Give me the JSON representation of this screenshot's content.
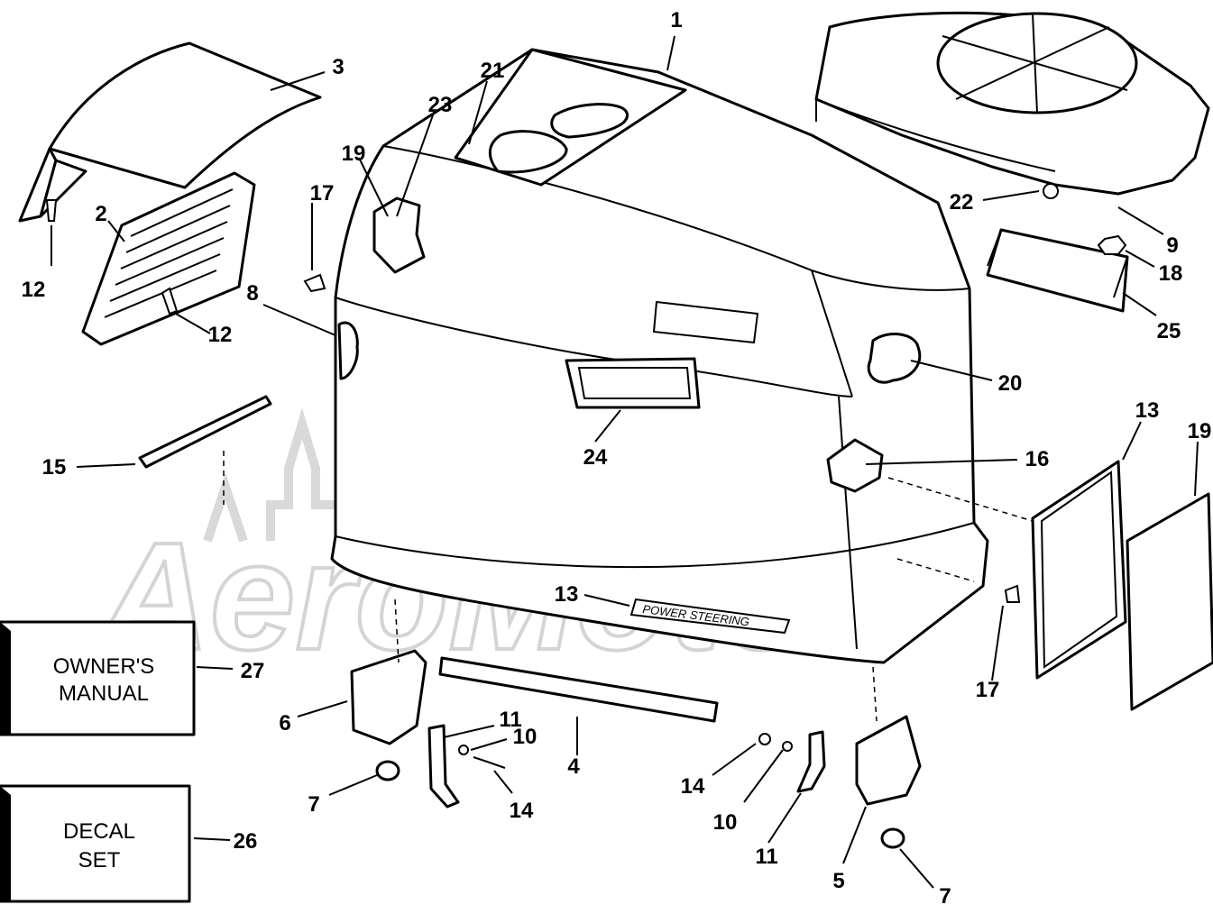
{
  "diagram": {
    "callouts": [
      {
        "id": "c1",
        "label": "1"
      },
      {
        "id": "c2",
        "label": "2"
      },
      {
        "id": "c3",
        "label": "3"
      },
      {
        "id": "c4",
        "label": "4"
      },
      {
        "id": "c5",
        "label": "5"
      },
      {
        "id": "c6",
        "label": "6"
      },
      {
        "id": "c7a",
        "label": "7"
      },
      {
        "id": "c7b",
        "label": "7"
      },
      {
        "id": "c8",
        "label": "8"
      },
      {
        "id": "c9",
        "label": "9"
      },
      {
        "id": "c10a",
        "label": "10"
      },
      {
        "id": "c10b",
        "label": "10"
      },
      {
        "id": "c11a",
        "label": "11"
      },
      {
        "id": "c11b",
        "label": "11"
      },
      {
        "id": "c12a",
        "label": "12"
      },
      {
        "id": "c12b",
        "label": "12"
      },
      {
        "id": "c13a",
        "label": "13"
      },
      {
        "id": "c13b",
        "label": "13"
      },
      {
        "id": "c14a",
        "label": "14"
      },
      {
        "id": "c14b",
        "label": "14"
      },
      {
        "id": "c15",
        "label": "15"
      },
      {
        "id": "c16",
        "label": "16"
      },
      {
        "id": "c17a",
        "label": "17"
      },
      {
        "id": "c17b",
        "label": "17"
      },
      {
        "id": "c18",
        "label": "18"
      },
      {
        "id": "c19a",
        "label": "19"
      },
      {
        "id": "c19b",
        "label": "19"
      },
      {
        "id": "c20",
        "label": "20"
      },
      {
        "id": "c21",
        "label": "21"
      },
      {
        "id": "c22",
        "label": "22"
      },
      {
        "id": "c23",
        "label": "23"
      },
      {
        "id": "c24",
        "label": "24"
      },
      {
        "id": "c25",
        "label": "25"
      },
      {
        "id": "c26",
        "label": "26"
      },
      {
        "id": "c27",
        "label": "27"
      }
    ],
    "owners_manual": {
      "line1": "OWNER'S",
      "line2": "MANUAL"
    },
    "decal_set": {
      "line1": "DECAL",
      "line2": "SET"
    },
    "cowl_decal_text": "POWER STEERING",
    "watermark_text": "AeroMoto"
  }
}
